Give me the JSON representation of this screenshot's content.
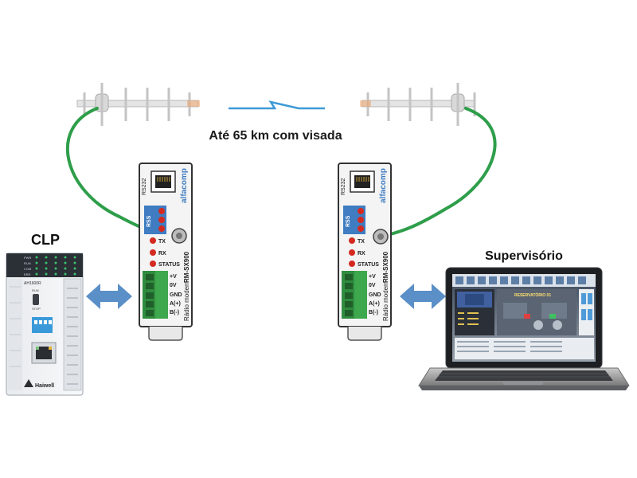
{
  "link": {
    "distance_label": "Até 65 km com visada"
  },
  "plc": {
    "title": "CLP",
    "model_label": "AH1600R",
    "brand": "Haiwell",
    "led_labels": [
      "PWR",
      "RUN",
      "COM",
      "ERR"
    ],
    "switch_labels": [
      "RUN",
      "STOP"
    ]
  },
  "modems": [
    {
      "brand": "alfacomp",
      "port_label": "RS232",
      "rss_label": "RSS",
      "tx_label": "TX",
      "rx_label": "RX",
      "status_label": "STATUS",
      "terminals": [
        "+V",
        "0V",
        "GND",
        "A(+)",
        "B(-)"
      ],
      "product_name": "Rádio modem",
      "model": "RM-SX900"
    },
    {
      "brand": "alfacomp",
      "port_label": "RS232",
      "rss_label": "RSS",
      "tx_label": "TX",
      "rx_label": "RX",
      "status_label": "STATUS",
      "terminals": [
        "+V",
        "0V",
        "GND",
        "A(+)",
        "B(-)"
      ],
      "product_name": "Rádio modem",
      "model": "RM-SX900"
    }
  ],
  "supervisory": {
    "title": "Supervisório",
    "screen_title": "RESERVATÓRIO 01"
  },
  "colors": {
    "cable": "#2e9e4a",
    "arrow": "#5b8fc7",
    "led_red": "#d42a20",
    "terminal_green": "#3ea84e",
    "modem_blue": "#3f7cc1"
  }
}
